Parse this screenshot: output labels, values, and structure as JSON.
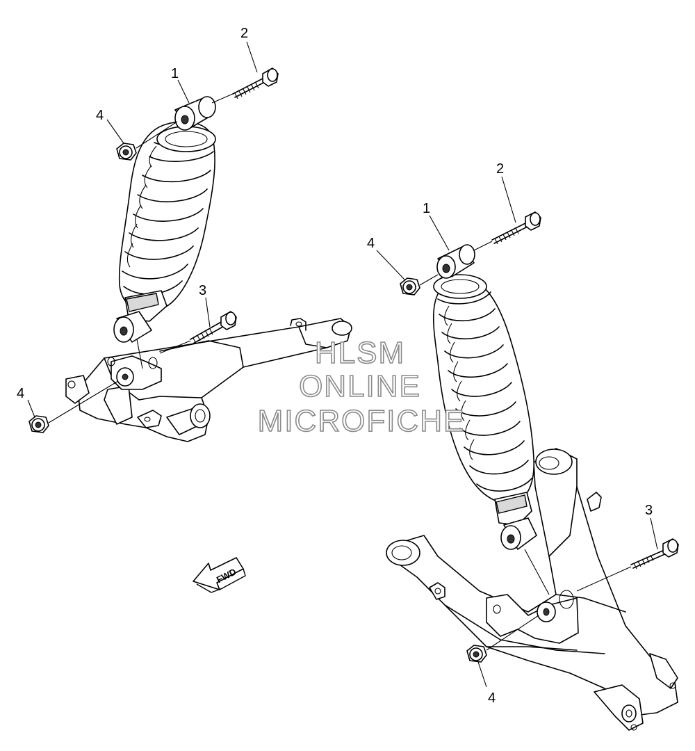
{
  "callouts": {
    "left_assembly": {
      "shock": "1",
      "upper_bolt": "2",
      "lower_bolt": "3",
      "upper_nut": "4",
      "lower_nut": "4"
    },
    "right_assembly": {
      "shock": "1",
      "upper_bolt": "2",
      "lower_bolt": "3",
      "upper_nut": "4",
      "lower_nut": "4"
    }
  },
  "fwd_arrow": {
    "label": "FWD"
  },
  "watermark": {
    "line1": "HLSM",
    "line2": "ONLINE",
    "line3": "MICROFICHE"
  },
  "icons": {
    "direction_arrow": "fwd-arrow-icon"
  }
}
